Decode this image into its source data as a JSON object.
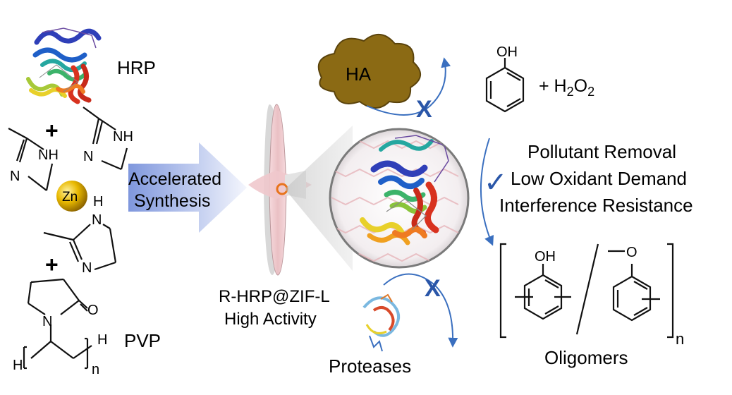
{
  "labels": {
    "hrp": "HRP",
    "pvp": "PVP",
    "zn": "Zn",
    "accelerated": "Accelerated",
    "synthesis": "Synthesis",
    "product_line1": "R-HRP@ZIF-L",
    "product_line2": "High Activity",
    "ha": "HA",
    "h2o2_plus": "+ H",
    "h2o2_sub1": "2",
    "h2o2_o": "O",
    "h2o2_sub2": "2",
    "benefit1": "Pollutant Removal",
    "benefit2": "Low Oxidant Demand",
    "benefit3": "Interference Resistance",
    "proteases": "Proteases",
    "oligomers": "Oligomers",
    "subscript_n": "n",
    "blocked_mark": "X",
    "check_mark": "✓"
  },
  "atoms": {
    "n": "N",
    "nh": "NH",
    "h": "H",
    "o": "O",
    "oh": "OH",
    "plus": "+"
  },
  "colors": {
    "arrow_blue": "#3a6fbf",
    "ha_brown": "#8b6a14",
    "zn_gold": "#d9a400",
    "zif_pink": "#f1cfd2",
    "accent_orange": "#e8731c"
  }
}
